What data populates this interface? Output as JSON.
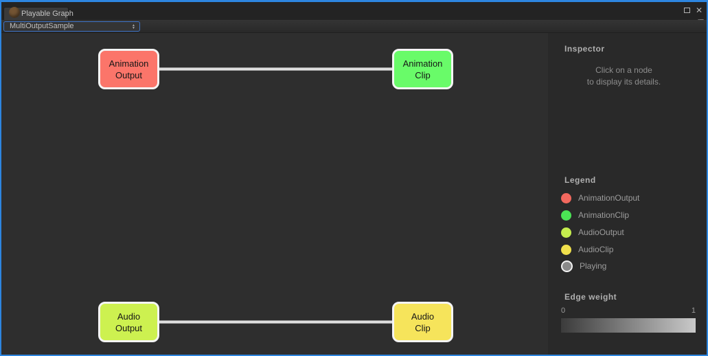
{
  "window": {
    "tab_title": "Playable Graph",
    "maximize_label": "",
    "close_glyph": "✕",
    "pane_menu_glyph": "▾≡"
  },
  "toolbar": {
    "graph_selector": {
      "value": "MultiOutputSample"
    }
  },
  "graph": {
    "nodes": [
      {
        "id": "animation-output",
        "label": "Animation\nOutput",
        "color": "#fb756a"
      },
      {
        "id": "animation-clip",
        "label": "Animation\nClip",
        "color": "#69fb69"
      },
      {
        "id": "audio-output",
        "label": "Audio\nOutput",
        "color": "#cdf150"
      },
      {
        "id": "audio-clip",
        "label": "Audio\nClip",
        "color": "#f6e45b"
      }
    ]
  },
  "inspector": {
    "title": "Inspector",
    "hint": "Click on a node\nto display its details."
  },
  "legend": {
    "title": "Legend",
    "items": [
      {
        "label": "AnimationOutput",
        "color": "#f2685e"
      },
      {
        "label": "AnimationClip",
        "color": "#4be455"
      },
      {
        "label": "AudioOutput",
        "color": "#c5ed4e"
      },
      {
        "label": "AudioClip",
        "color": "#f0e04c"
      },
      {
        "label": "Playing",
        "color": "#8a8a8a"
      }
    ]
  },
  "edge_weight": {
    "title": "Edge weight",
    "min": "0",
    "max": "1",
    "gradient_start": "#3b3b3b",
    "gradient_end": "#c9c9c9"
  }
}
